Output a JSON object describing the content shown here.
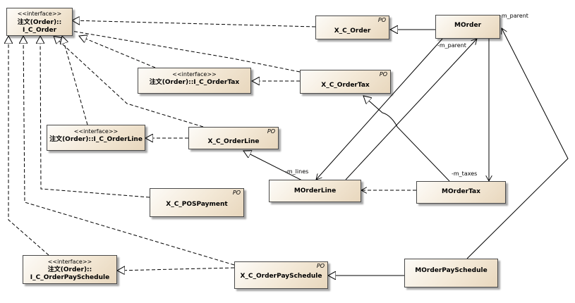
{
  "nodes": {
    "i_c_order": {
      "stereotype": "<<interface>>",
      "name_line1": "注文(Order)::",
      "name_line2": "I_C_Order"
    },
    "x_c_order": {
      "name": "X_C_Order",
      "tag": "PO"
    },
    "morder": {
      "name": "MOrder"
    },
    "i_c_ordertax": {
      "stereotype": "<<interface>>",
      "name": "注文(Order)::I_C_OrderTax"
    },
    "x_c_ordertax": {
      "name": "X_C_OrderTax",
      "tag": "PO"
    },
    "i_c_orderline": {
      "stereotype": "<<interface>>",
      "name": "注文(Order)::I_C_OrderLine"
    },
    "x_c_orderline": {
      "name": "X_C_OrderLine",
      "tag": "PO"
    },
    "morderline": {
      "name": "MOrderLine"
    },
    "mordertax": {
      "name": "MOrderTax"
    },
    "x_c_pospayment": {
      "name": "X_C_POSPayment",
      "tag": "PO"
    },
    "i_c_orderpayschedule": {
      "stereotype": "<<interface>>",
      "name_line1": "注文(Order)::",
      "name_line2": "I_C_OrderPaySchedule"
    },
    "x_c_orderpayschedule": {
      "name": "X_C_OrderPaySchedule",
      "tag": "PO"
    },
    "morderpayschedule": {
      "name": "MOrderPaySchedule"
    }
  },
  "roles": {
    "m_parent_top": "-m_parent",
    "m_parent_mid": "-m_parent",
    "m_lines": "-m_lines",
    "m_taxes": "-m_taxes"
  },
  "colors": {
    "line": "#000000",
    "box_border": "#4a4a4a",
    "box_fill_light": "#fdfbf7",
    "box_fill_dark": "#e8d7bd"
  }
}
